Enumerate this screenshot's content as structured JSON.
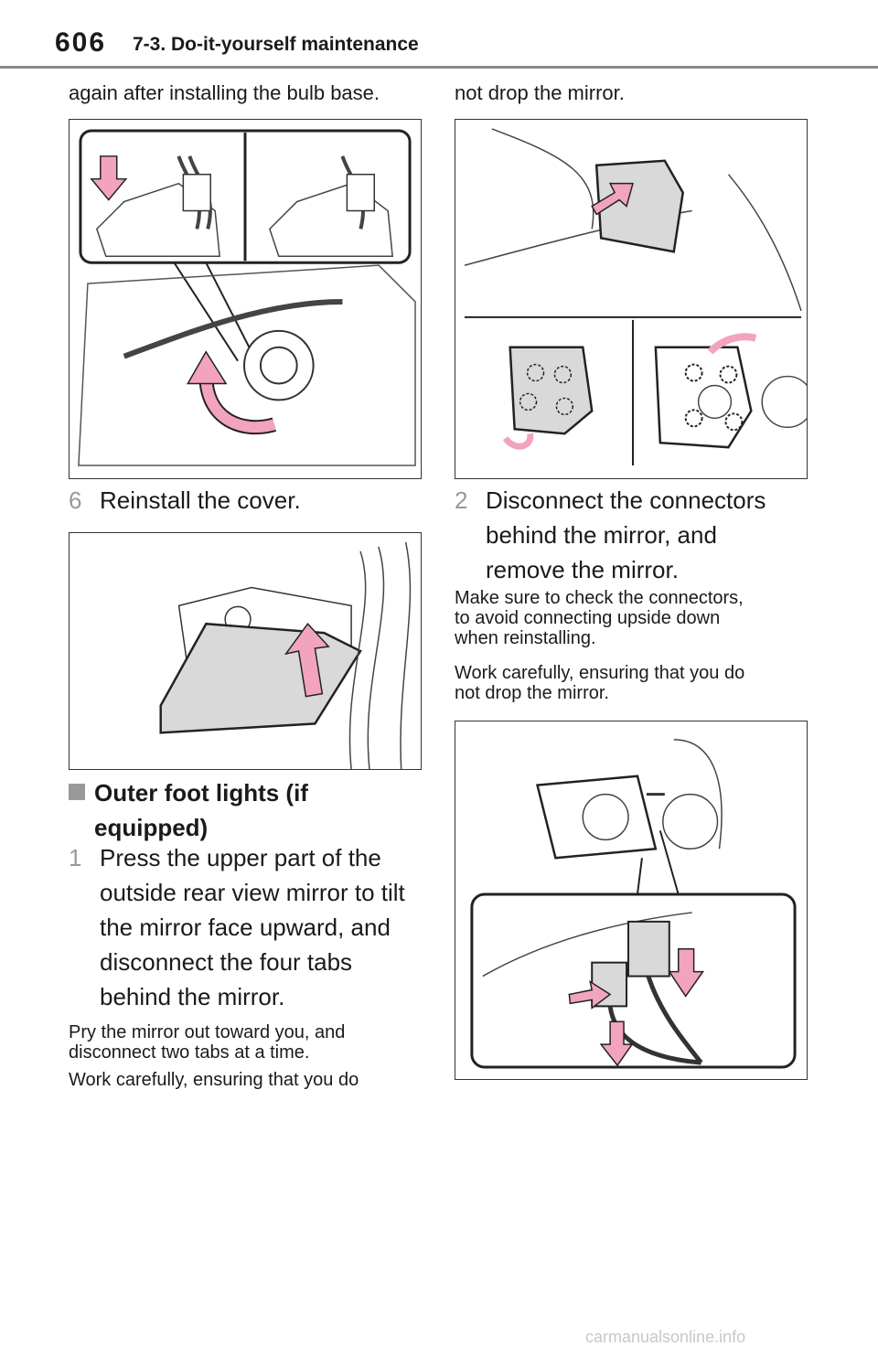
{
  "header": {
    "page_number": "606",
    "section": "7-3. Do-it-yourself maintenance"
  },
  "left": {
    "cont_text": "again after installing the bulb base.",
    "step6": {
      "num": "6",
      "text": "Reinstall the cover."
    },
    "bullet_title_1": "Outer foot lights (if",
    "bullet_title_2": "equipped)",
    "step1": {
      "num": "1",
      "lines": [
        "Press the upper part of the",
        "outside rear view mirror to tilt",
        "the mirror face upward, and",
        "disconnect the four tabs",
        "behind the mirror."
      ]
    },
    "note1_lines": [
      "Pry the mirror out toward you, and",
      "disconnect two tabs at a time."
    ],
    "note2_line": "Work carefully, ensuring that you do"
  },
  "right": {
    "cont_text": "not drop the mirror.",
    "step2": {
      "num": "2",
      "lines": [
        "Disconnect the connectors",
        "behind the mirror, and",
        "remove the mirror."
      ]
    },
    "note1_lines": [
      "Make sure to check the connectors,",
      "to avoid connecting upside down",
      "when reinstalling."
    ],
    "note2_lines": [
      "Work carefully, ensuring that you do",
      "not drop the mirror."
    ]
  },
  "colors": {
    "arrow_pink": "#f2a3bd",
    "step_number_gray": "#999999",
    "rule_gray": "#8a8a8a",
    "panel_gray": "#d9d9d9"
  },
  "watermark": "carmanualsonline.info"
}
